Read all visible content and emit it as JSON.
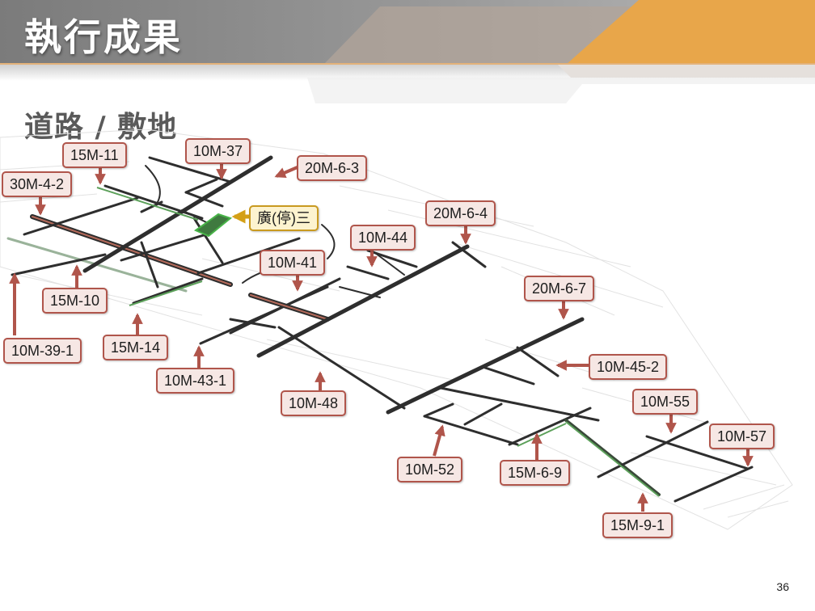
{
  "header": {
    "title": "執行成果",
    "subtitle": "道路 / 敷地"
  },
  "labels": [
    {
      "id": "15M-11",
      "text": "15M-11"
    },
    {
      "id": "10M-37",
      "text": "10M-37"
    },
    {
      "id": "20M-6-3",
      "text": "20M-6-3"
    },
    {
      "id": "30M-4-2",
      "text": "30M-4-2"
    },
    {
      "id": "park-3",
      "text": "廣(停)三"
    },
    {
      "id": "20M-6-4",
      "text": "20M-6-4"
    },
    {
      "id": "10M-44",
      "text": "10M-44"
    },
    {
      "id": "10M-41",
      "text": "10M-41"
    },
    {
      "id": "20M-6-7",
      "text": "20M-6-7"
    },
    {
      "id": "15M-10",
      "text": "15M-10"
    },
    {
      "id": "15M-14",
      "text": "15M-14"
    },
    {
      "id": "10M-39-1",
      "text": "10M-39-1"
    },
    {
      "id": "10M-45-2",
      "text": "10M-45-2"
    },
    {
      "id": "10M-43-1",
      "text": "10M-43-1"
    },
    {
      "id": "10M-48",
      "text": "10M-48"
    },
    {
      "id": "10M-55",
      "text": "10M-55"
    },
    {
      "id": "10M-57",
      "text": "10M-57"
    },
    {
      "id": "10M-52",
      "text": "10M-52"
    },
    {
      "id": "15M-6-9",
      "text": "15M-6-9"
    },
    {
      "id": "15M-9-1",
      "text": "15M-9-1"
    }
  ],
  "page_number": "36",
  "colors": {
    "arrow": "#b0554b",
    "label_bg": "#f6e7e4",
    "park_arrow": "#d4a017",
    "park_label_bg": "#fdf3cf",
    "road": "#2e2e2e",
    "banner_gray": "#8c8c8c",
    "banner_orange": "#e8a64a"
  }
}
